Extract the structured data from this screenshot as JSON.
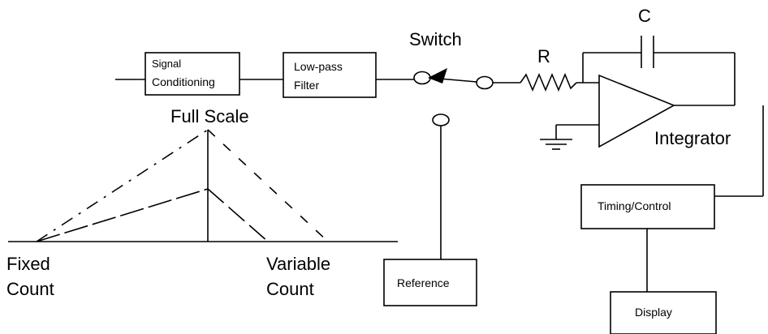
{
  "blocks": {
    "signal_conditioning": {
      "line1": "Signal",
      "line2": "Conditioning"
    },
    "low_pass_filter": {
      "line1": "Low-pass",
      "line2": "Filter"
    },
    "timing_control": "Timing/Control",
    "reference": "Reference",
    "display": "Display"
  },
  "labels": {
    "switch": "Switch",
    "resistor": "R",
    "capacitor": "C",
    "integrator": "Integrator",
    "full_scale": "Full Scale",
    "fixed_count": {
      "line1": "Fixed",
      "line2": "Count"
    },
    "variable_count": {
      "line1": "Variable",
      "line2": "Count"
    }
  }
}
